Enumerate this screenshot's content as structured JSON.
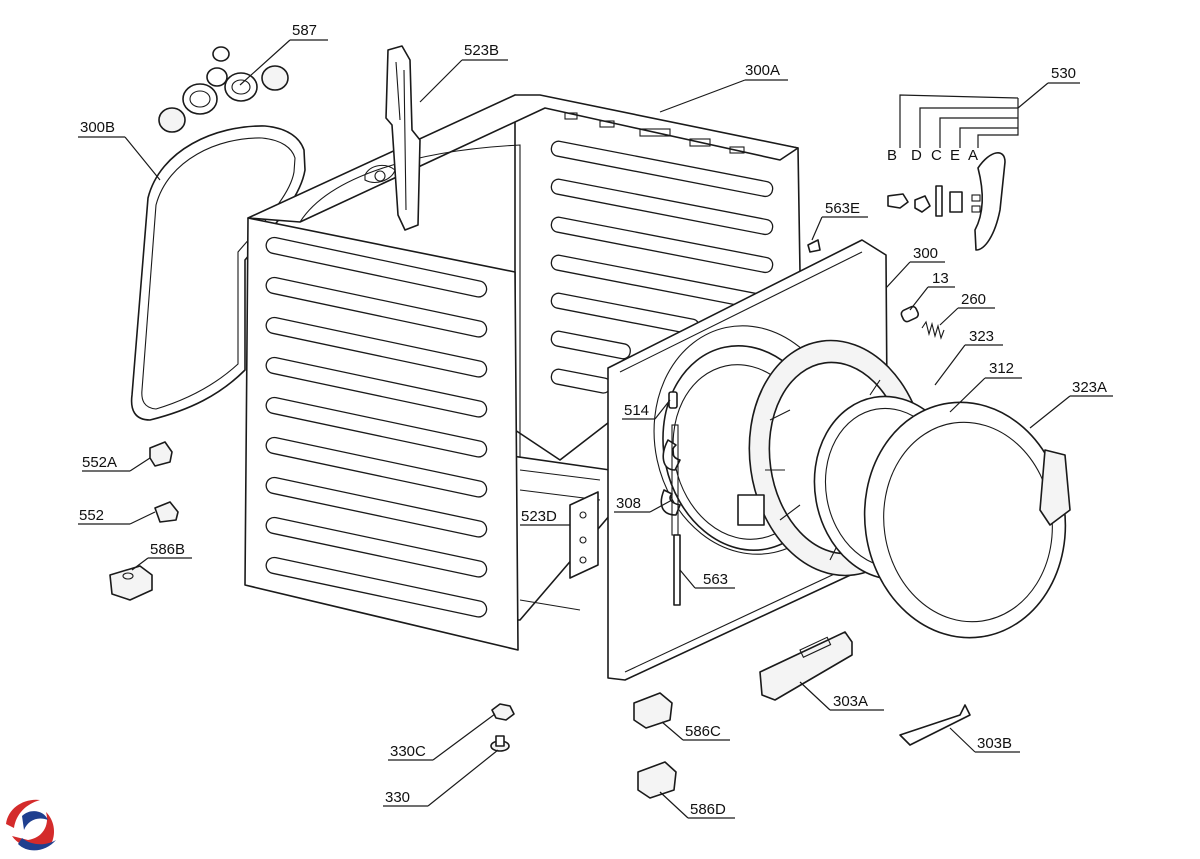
{
  "parts": [
    {
      "id": "587",
      "label": "587"
    },
    {
      "id": "523B",
      "label": "523B"
    },
    {
      "id": "300A",
      "label": "300A"
    },
    {
      "id": "530",
      "label": "530"
    },
    {
      "id": "300B",
      "label": "300B"
    },
    {
      "id": "563E",
      "label": "563E"
    },
    {
      "id": "300",
      "label": "300"
    },
    {
      "id": "13",
      "label": "13"
    },
    {
      "id": "260",
      "label": "260"
    },
    {
      "id": "323",
      "label": "323"
    },
    {
      "id": "312",
      "label": "312"
    },
    {
      "id": "323A",
      "label": "323A"
    },
    {
      "id": "514",
      "label": "514"
    },
    {
      "id": "552A",
      "label": "552A"
    },
    {
      "id": "552",
      "label": "552"
    },
    {
      "id": "308",
      "label": "308"
    },
    {
      "id": "523D",
      "label": "523D"
    },
    {
      "id": "586B",
      "label": "586B"
    },
    {
      "id": "563",
      "label": "563"
    },
    {
      "id": "303A",
      "label": "303A"
    },
    {
      "id": "586C",
      "label": "586C"
    },
    {
      "id": "303B",
      "label": "303B"
    },
    {
      "id": "330C",
      "label": "330C"
    },
    {
      "id": "330",
      "label": "330"
    },
    {
      "id": "586D",
      "label": "586D"
    }
  ],
  "sub_letters": [
    "B",
    "D",
    "C",
    "E",
    "A"
  ],
  "colors": {
    "line": "#1a1a1a",
    "logo_red": "#d42b2b",
    "logo_blue": "#1f3f8f"
  },
  "logo": {
    "icon": "brand-swirl-logo"
  }
}
